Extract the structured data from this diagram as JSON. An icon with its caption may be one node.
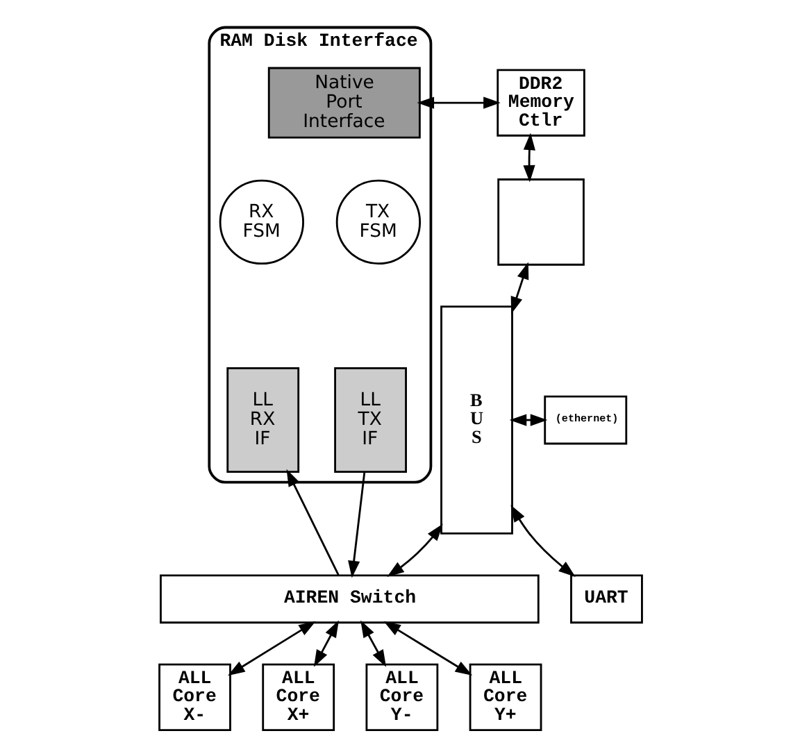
{
  "diagram": {
    "nodes": [
      {
        "text": [
          "RAM Disk Interface"
        ]
      },
      {
        "text": [
          "Native Port Interface"
        ],
        "in": 0
      },
      {
        "text": [
          "RX FSM"
        ],
        "in": 0
      },
      {
        "text": [
          "TX FSM"
        ],
        "in": 0
      },
      {
        "text": [
          "LL RX IF"
        ],
        "in": 0
      },
      {
        "text": [
          "LL TX IF"
        ],
        "in": 0
      },
      {
        "text": [
          "DDR2 Memory Ctlr"
        ]
      },
      {
        "text": [],
        "shape": "box"
      },
      {
        "text": [
          "B U S"
        ]
      },
      {
        "text": [
          "(ethernet)"
        ]
      },
      {
        "text": [
          "UART"
        ]
      },
      {
        "text": [
          "AIREN Switch"
        ]
      },
      {
        "text": [
          "ALL Core X-"
        ]
      },
      {
        "text": [
          "ALL Core X+"
        ]
      },
      {
        "text": [
          "ALL Core Y-"
        ]
      },
      {
        "text": [
          "ALL Core Y+"
        ]
      }
    ],
    "edges": [
      {
        "from": 1,
        "to": 6,
        "arrow": "both"
      },
      {
        "from": 6,
        "to": 7,
        "arrow": "both"
      },
      {
        "from": 8,
        "to": 7,
        "arrow": "both"
      },
      {
        "from": 8,
        "to": 9,
        "arrow": "both"
      },
      {
        "from": 8,
        "to": 10,
        "arrow": "both"
      },
      {
        "from": 11,
        "to": 4,
        "arrow": "to"
      },
      {
        "from": 5,
        "to": 11,
        "arrow": "to"
      },
      {
        "from": 11,
        "to": 8,
        "arrow": "both"
      },
      {
        "from": 11,
        "to": 12,
        "arrow": "both"
      },
      {
        "from": 11,
        "to": 13,
        "arrow": "both"
      },
      {
        "from": 11,
        "to": 14,
        "arrow": "both"
      },
      {
        "from": 11,
        "to": 15,
        "arrow": "both"
      }
    ]
  }
}
